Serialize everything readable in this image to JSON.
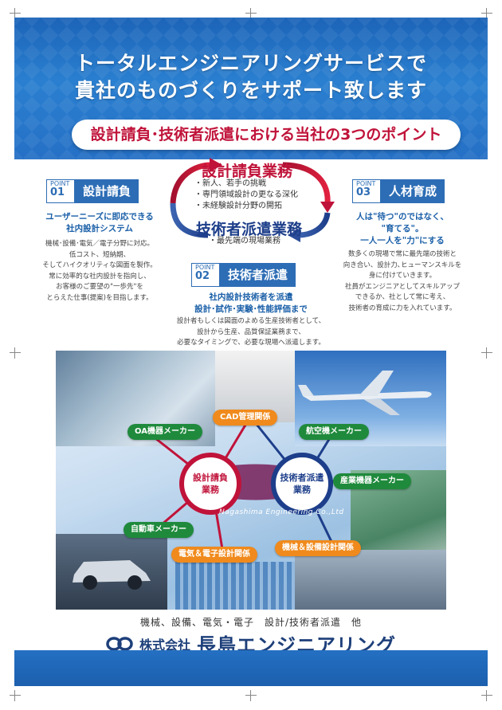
{
  "header": {
    "title_line1": "トータルエンジニアリングサービスで",
    "title_line2": "貴社のものづくりをサポート致します",
    "points_band": "設計請負･技術者派遣における当社の3つのポイント"
  },
  "point1": {
    "tag": "POINT",
    "num": "01",
    "label": "設計請負",
    "subtitle": [
      "ユーザーニーズに即応できる",
      "社内設計システム"
    ],
    "body": [
      "機械･設備･電気／電子分野に対応。",
      "低コスト、短納期、",
      "そしてハイクオリティな図面を製作。",
      "常に効率的な社内設計を指向し、",
      "お客様のご要望の\"一歩先\"を",
      "とらえた仕事(提案)を目指します。"
    ]
  },
  "point3": {
    "tag": "POINT",
    "num": "03",
    "label": "人材育成",
    "subtitle": [
      "人は\"待つ\"のではなく、",
      "\"育てる\"。",
      "一人一人を\"力\"にする"
    ],
    "body": [
      "数多くの現場で常に最先端の技術と",
      "向き合い、設計力､ヒューマンスキルを",
      "身に付けていきます。",
      "社員がエンジニアとしてスキルアップ",
      "できるか、社として常に考え、",
      "技術者の育成に力を入れています。"
    ]
  },
  "point2": {
    "tag": "POINT",
    "num": "02",
    "label": "技術者派遣",
    "subtitle": [
      "社内設計技術者を派遣",
      "設計･試作･実験･性能評価まで"
    ],
    "body": [
      "設計者もしくは図面のよめる生産技術者として、",
      "設計から生産、品質保証業務まで、",
      "必要なタイミングで、必要な現場へ派遣します。"
    ]
  },
  "cycle": {
    "top_title": "設計請負業務",
    "top_items": [
      "・新人、若手の挑戦",
      "・専門領域設計の更なる深化",
      "・未経験設計分野の開拓"
    ],
    "bottom_title": "技術者派遣業務",
    "bottom_items": [
      "・最先端の現場業務"
    ]
  },
  "network": {
    "hub_left": [
      "設計請負",
      "業務"
    ],
    "hub_right": [
      "技術者派遣",
      "業務"
    ],
    "watermark": "Nagashima Engineering Co.,Ltd",
    "nodes": [
      "CAD管理関係",
      "OA機器メーカー",
      "航空機メーカー",
      "産業機器メーカー",
      "自動車メーカー",
      "電気＆電子設計関係",
      "機械＆設備設計関係"
    ]
  },
  "footer": {
    "tagline": "機械、設備、電気・電子　設計/技術者派遣　他",
    "corp_type": "株式会社",
    "corp_name": "長島エンジニアリング"
  },
  "colors": {
    "brand_blue": "#2d6db5",
    "accent_red": "#c0133a",
    "node_green": "#1f8a3c",
    "node_orange": "#f08a1c"
  }
}
